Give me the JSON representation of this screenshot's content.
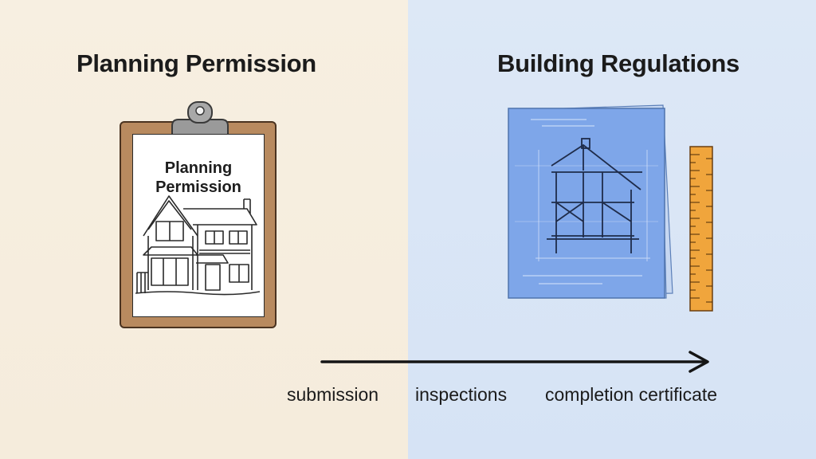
{
  "left": {
    "title": "Planning Permission",
    "clipboard_title_line1": "Planning",
    "clipboard_title_line2": "Permission",
    "icon": "clipboard-house-sketch"
  },
  "right": {
    "title": "Building Regulations",
    "icon": "blueprint-with-ruler"
  },
  "timeline": {
    "steps": [
      "submission",
      "inspections",
      "completion certificate"
    ]
  },
  "colors": {
    "left_bg": "#f6eee0",
    "right_bg": "#d9e5f6",
    "blueprint": "#7fa7e8",
    "clipboard": "#b88a5f",
    "ruler": "#f0a53c"
  }
}
